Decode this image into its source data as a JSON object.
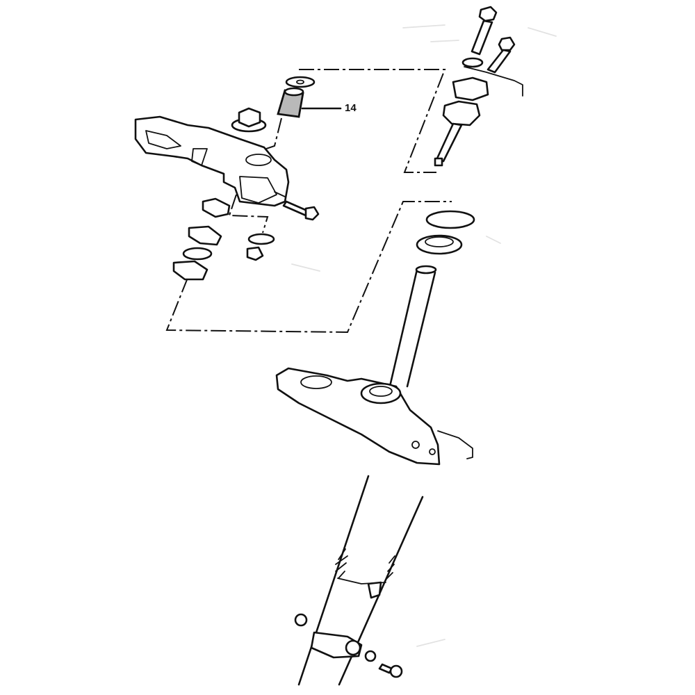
{
  "diagram": {
    "type": "exploded-parts-view",
    "subject": "steering stem / triple clamp assembly",
    "background_color": "#ffffff",
    "line_color": "#111111",
    "highlight_color": "#b9b9b9",
    "callouts": [
      {
        "label": "14",
        "part": "highlighted-bushing"
      }
    ]
  }
}
